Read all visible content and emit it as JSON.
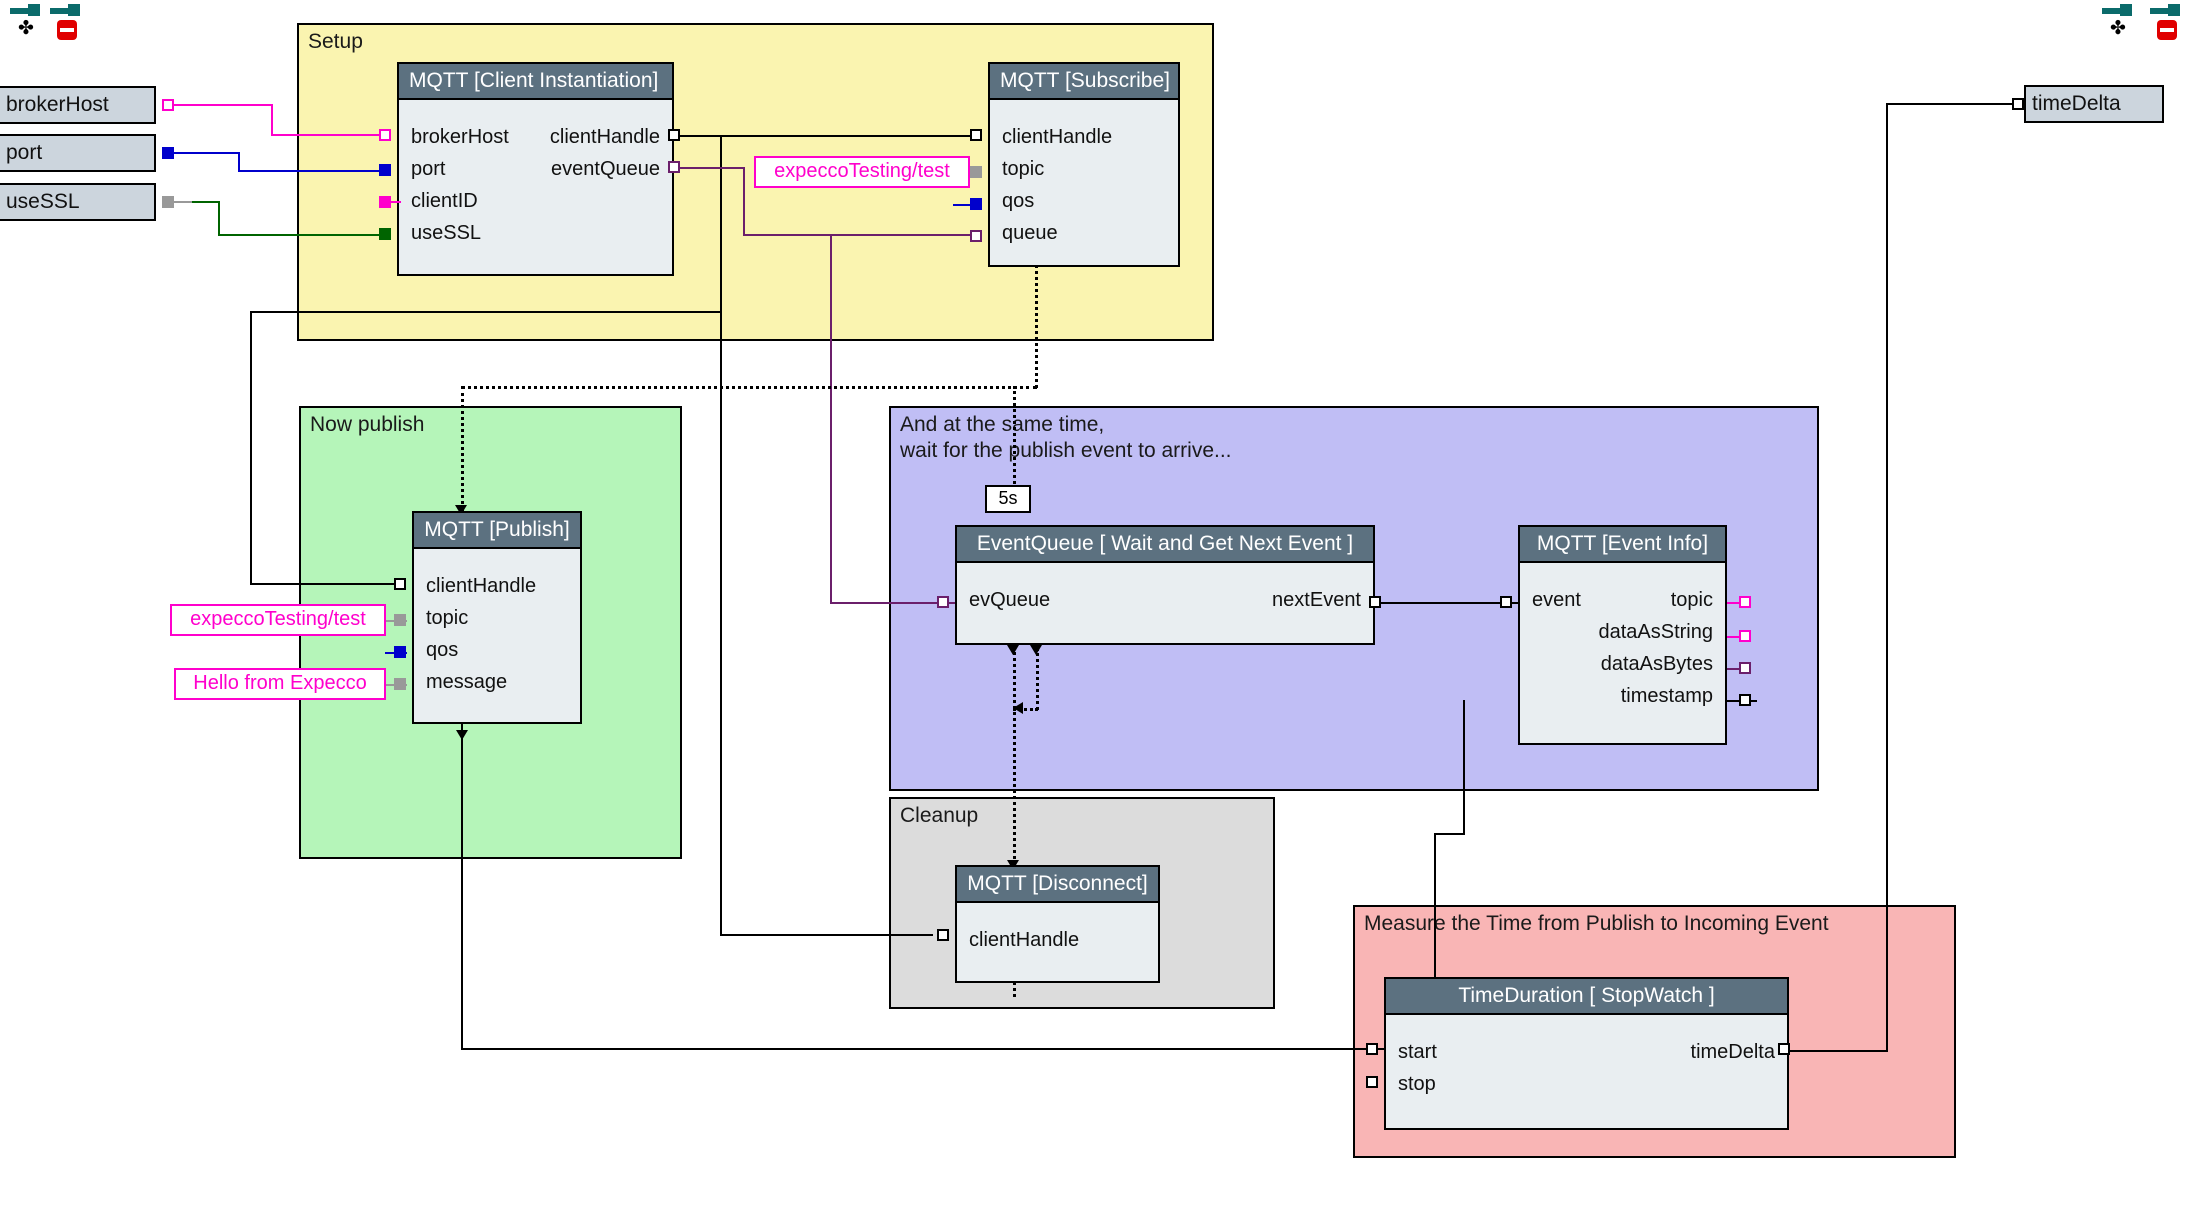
{
  "toolbar": {
    "icons": [
      {
        "name": "connector-move-icon",
        "glyph": "✤"
      },
      {
        "name": "connector-stop-icon",
        "glyph": ""
      }
    ]
  },
  "variables": {
    "inputs": [
      {
        "label": "brokerHost"
      },
      {
        "label": "port"
      },
      {
        "label": "useSSL"
      }
    ],
    "outputs": [
      {
        "label": "timeDelta"
      }
    ]
  },
  "groups": {
    "setup": {
      "title": "Setup",
      "color": "#faf4b0"
    },
    "publish": {
      "title": "Now publish",
      "color": "#b5f5b9"
    },
    "wait": {
      "title": "And at the same time,\nwait for the publish event to arrive...",
      "color": "#c0bef5"
    },
    "cleanup": {
      "title": "Cleanup",
      "color": "#dcdcdc"
    },
    "measure": {
      "title": "Measure the Time from Publish to Incoming Event",
      "color": "#f9b5b5"
    }
  },
  "blocks": {
    "client_instantiation": {
      "title": "MQTT [Client Instantiation]",
      "inputs": [
        "brokerHost",
        "port",
        "clientID",
        "useSSL"
      ],
      "outputs": [
        "clientHandle",
        "eventQueue"
      ]
    },
    "subscribe": {
      "title": "MQTT [Subscribe]",
      "inputs": [
        "clientHandle",
        "topic",
        "qos",
        "queue"
      ],
      "outputs": []
    },
    "publish": {
      "title": "MQTT [Publish]",
      "inputs": [
        "clientHandle",
        "topic",
        "qos",
        "message"
      ],
      "outputs": []
    },
    "event_queue_wait": {
      "title": "EventQueue [ Wait and Get Next Event ]",
      "inputs": [
        "evQueue"
      ],
      "outputs": [
        "nextEvent"
      ],
      "timeout_badge": "5s"
    },
    "event_info": {
      "title": "MQTT [Event Info]",
      "inputs": [
        "event"
      ],
      "outputs": [
        "topic",
        "dataAsString",
        "dataAsBytes",
        "timestamp"
      ]
    },
    "disconnect": {
      "title": "MQTT [Disconnect]",
      "inputs": [
        "clientHandle"
      ],
      "outputs": []
    },
    "stopwatch": {
      "title": "TimeDuration [ StopWatch ]",
      "inputs": [
        "start",
        "stop"
      ],
      "outputs": [
        "timeDelta"
      ]
    }
  },
  "literals": {
    "subscribe_topic": "expeccoTesting/test",
    "publish_topic": "expeccoTesting/test",
    "publish_message": "Hello from Expecco"
  },
  "colors": {
    "header": "#5c7180",
    "block_body": "#e9eef1",
    "variable_box": "#ccd5dd",
    "wire_magenta": "#ff00cc",
    "wire_blue": "#0000cc",
    "wire_green": "#006400",
    "wire_purple": "#6b1f6b",
    "wire_black": "#000000",
    "group_setup": "#faf4b0",
    "group_publish": "#b5f5b9",
    "group_wait": "#c0bef5",
    "group_cleanup": "#dcdcdc",
    "group_measure": "#f9b5b5"
  }
}
